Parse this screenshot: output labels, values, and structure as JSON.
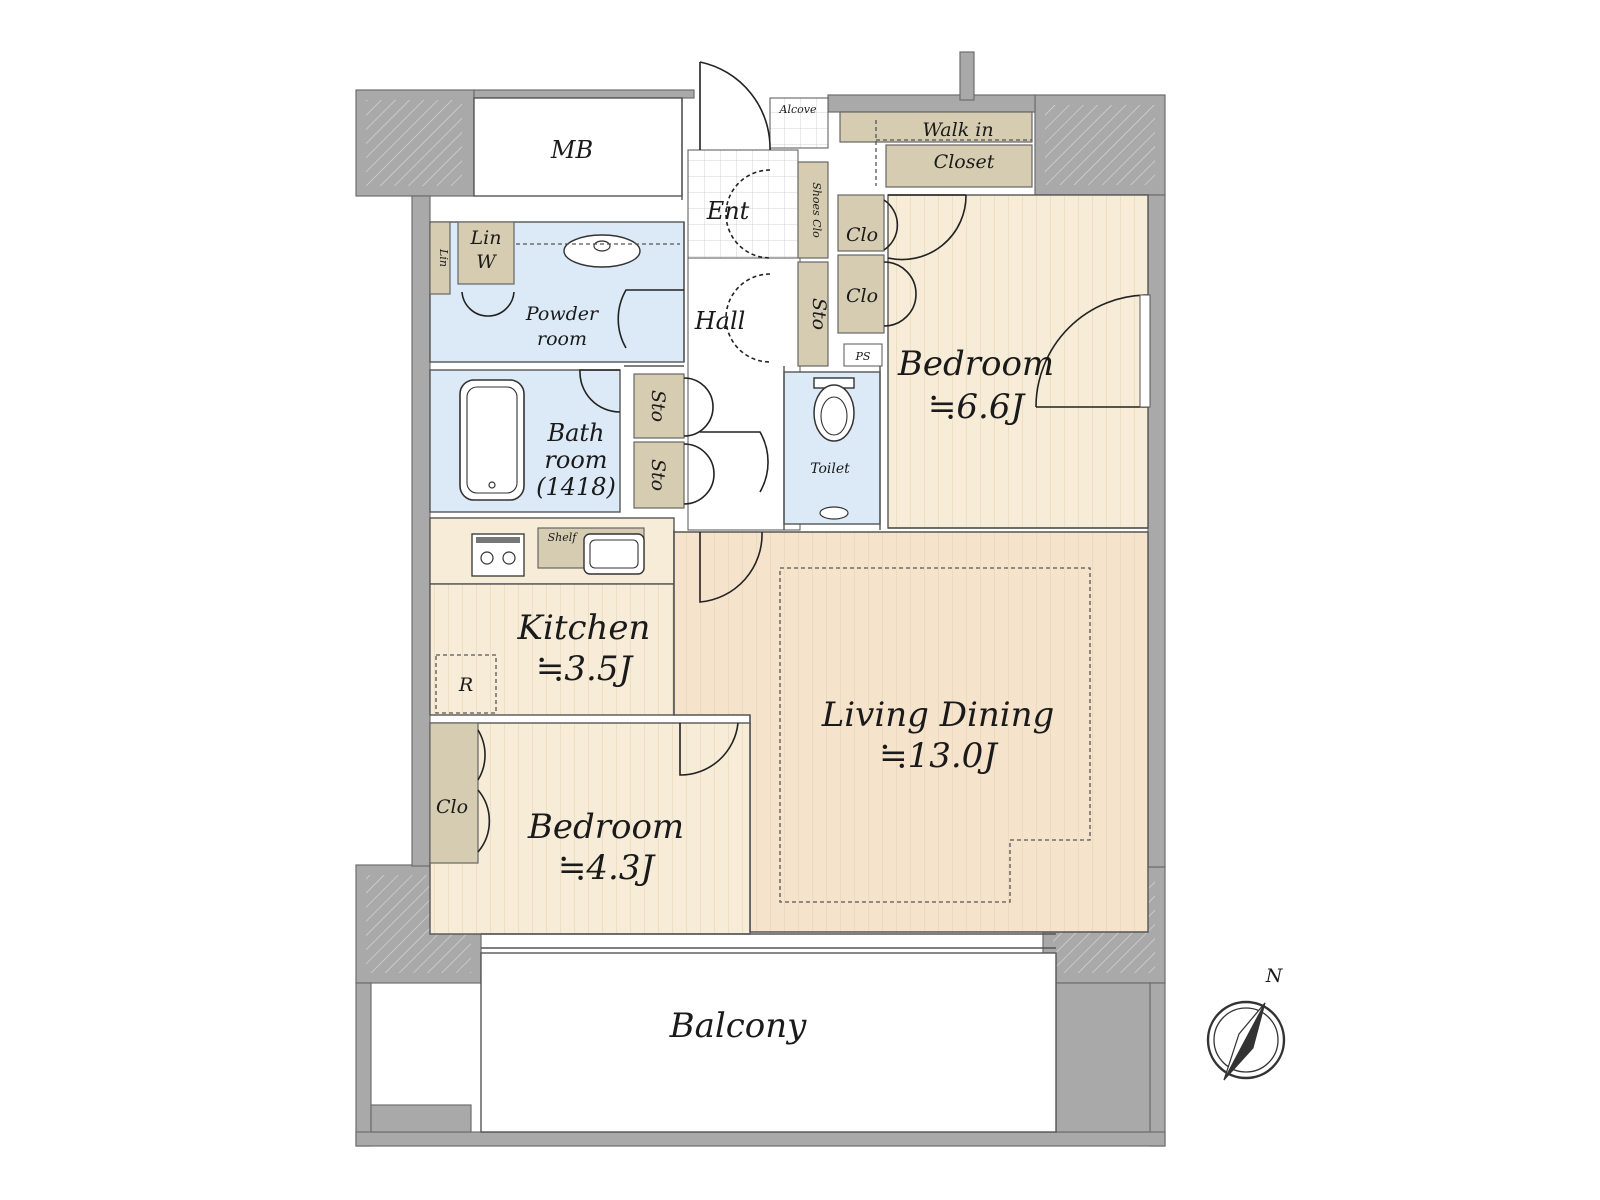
{
  "plan": {
    "rooms": {
      "mb": "MB",
      "alcove": "Alcove",
      "walk_in_1": "Walk in",
      "walk_in_2": "Closet",
      "entrance": "Ent",
      "shoes_closet": "Shoes Clo",
      "storage_hall": "Sto",
      "hall": "Hall",
      "linen_1": "Lin",
      "linen_2": "Lin",
      "washer": "W",
      "powder_1": "Powder",
      "powder_2": "room",
      "bath_1": "Bath",
      "bath_2": "room",
      "bath_3": "(1418)",
      "storage_1": "Sto",
      "storage_2": "Sto",
      "toilet": "Toilet",
      "ps": "PS",
      "closet_1": "Clo",
      "closet_2": "Clo",
      "bedroom_a": "Bedroom",
      "bedroom_a_size": "≒6.6J",
      "shelf": "Shelf",
      "kitchen": "Kitchen",
      "kitchen_size": "≒3.5J",
      "refrigerator": "R",
      "living": "Living Dining",
      "living_size": "≒13.0J",
      "closet_3": "Clo",
      "bedroom_b": "Bedroom",
      "bedroom_b_size": "≒4.3J",
      "balcony": "Balcony"
    },
    "compass": "N",
    "colors": {
      "wall": "#a9a9a9",
      "floor_wood": "#f7ecd8",
      "living_floor": "#f5e3cc",
      "wet_area": "#dbeaf6",
      "closet": "#d5ccb1",
      "tile": "#ffffff"
    }
  }
}
